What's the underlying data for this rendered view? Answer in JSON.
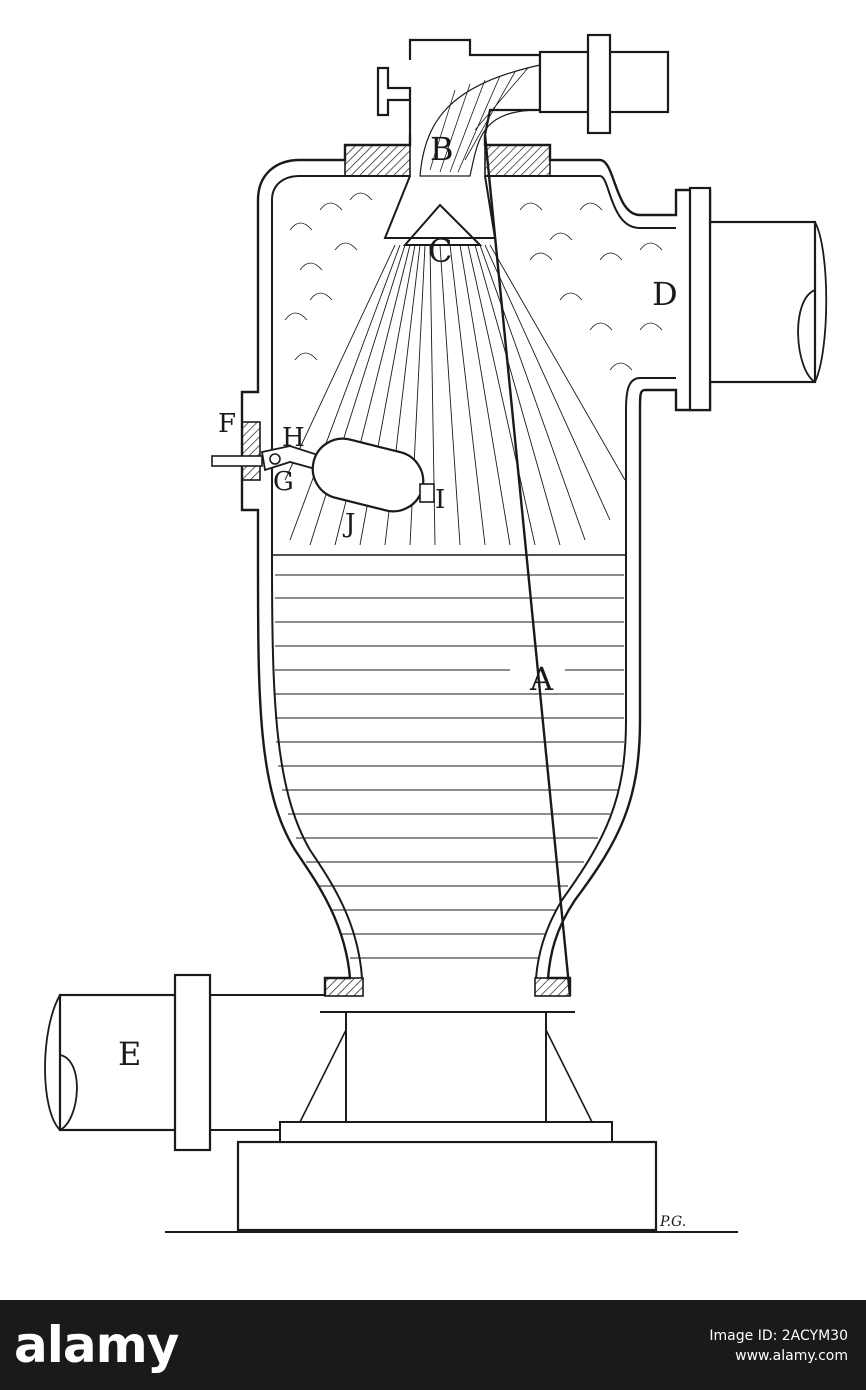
{
  "figure": {
    "labels": {
      "a": "A",
      "b": "B",
      "c": "C",
      "d": "D",
      "e": "E",
      "f": "F",
      "g": "G",
      "h": "H",
      "i": "I",
      "j": "J"
    },
    "signature": "P.G."
  },
  "footer": {
    "brand": "alamy",
    "line1": "Image ID: 2ACYM30",
    "line2": "www.alamy.com"
  },
  "colors": {
    "ink": "#1a1a1a",
    "paper": "#ffffff",
    "footer_bg": "#1a1a1a"
  }
}
